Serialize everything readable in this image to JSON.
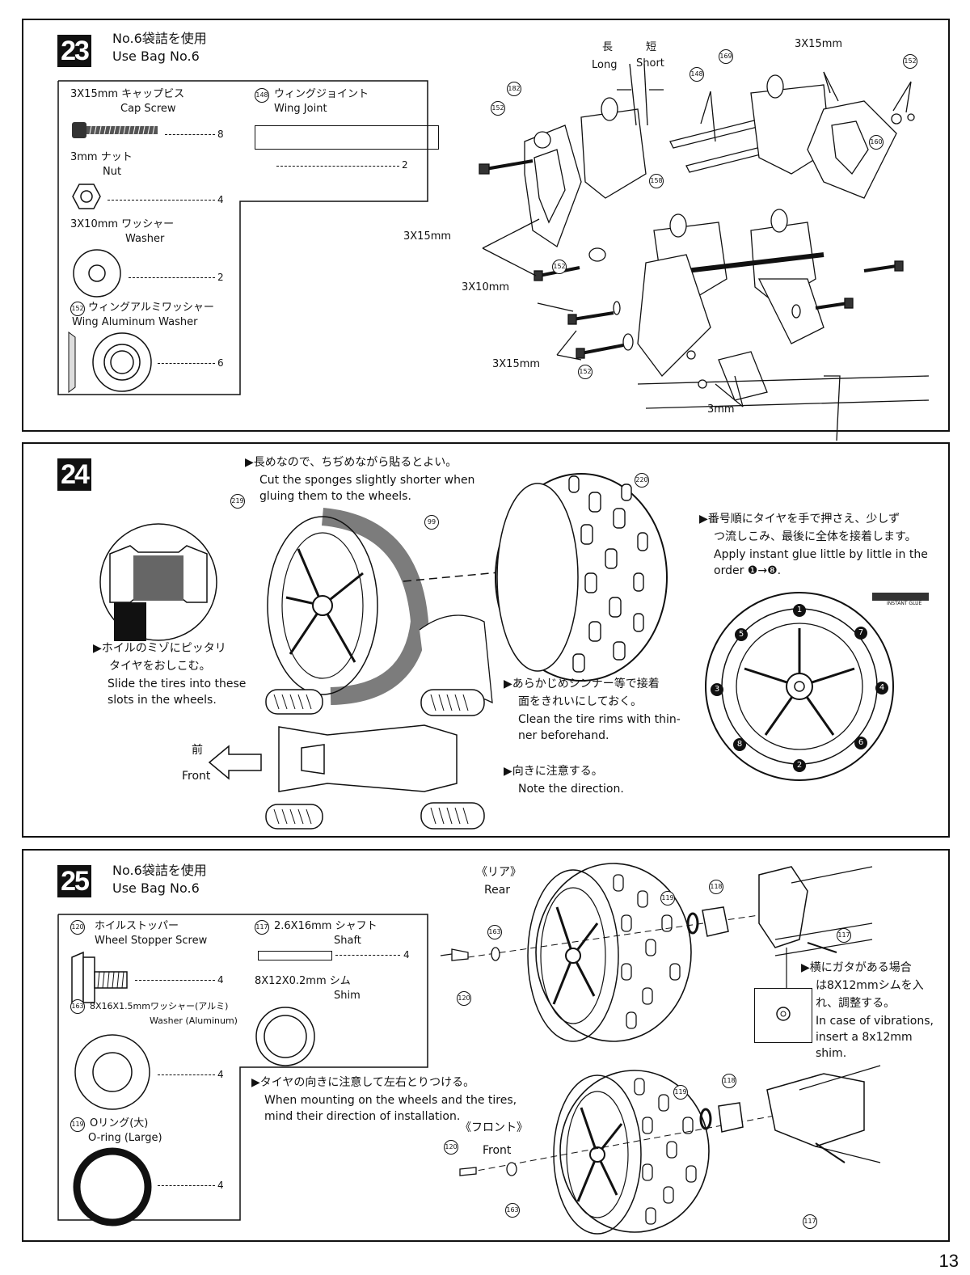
{
  "step23": {
    "number": "23",
    "header_jp": "No.6袋詰を使用",
    "header_en": "Use Bag No.6",
    "parts": [
      {
        "name_jp": "3X15mm キャップビス",
        "name_en": "Cap Screw",
        "qty": "8"
      },
      {
        "code": "148",
        "name_jp": "ウィングジョイント",
        "name_en": "Wing Joint",
        "qty": "2"
      },
      {
        "name_jp": "3mm ナット",
        "name_en": "Nut",
        "qty": "4"
      },
      {
        "name_jp": "3X10mm ワッシャー",
        "name_en": "Washer",
        "qty": "2"
      },
      {
        "code": "152",
        "name_jp": "ウィングアルミワッシャー",
        "name_en": "Wing Aluminum Washer",
        "qty": "6"
      }
    ],
    "diagram": {
      "long_jp": "長",
      "long_en": "Long",
      "short_jp": "短",
      "short_en": "Short",
      "screw_3x15": "3X15mm",
      "screw_3x10": "3X10mm",
      "nut_3mm": "3mm",
      "codes": [
        "169",
        "152",
        "148",
        "182",
        "152",
        "158",
        "160",
        "152",
        "152"
      ]
    }
  },
  "step24": {
    "number": "24",
    "note_sponge_jp": "▶長めなので、ちぢめながら貼るとよい。",
    "note_sponge_en_1": "Cut the sponges slightly shorter when",
    "note_sponge_en_2": "gluing them to the wheels.",
    "note_slide_jp_1": "▶ホイルのミゾにピッタリ",
    "note_slide_jp_2": "タイヤをおしこむ。",
    "note_slide_en_1": "Slide the tires into these",
    "note_slide_en_2": "slots in the wheels.",
    "note_clean_jp_1": "▶あらかじめシンナー等で接着",
    "note_clean_jp_2": "面をきれいにしておく。",
    "note_clean_en_1": "Clean the tire rims with thin-",
    "note_clean_en_2": "ner beforehand.",
    "note_dir_jp": "▶向きに注意する。",
    "note_dir_en": "Note the direction.",
    "note_glue_jp_1": "▶番号順にタイヤを手で押さえ、少しず",
    "note_glue_jp_2": "つ流しこみ、最後に全体を接着します。",
    "note_glue_en_1": "Apply instant glue little by little in the",
    "note_glue_en_2": "order ❶→❽.",
    "front_jp": "前",
    "front_en": "Front",
    "glue_label": "INSTANT GLUE",
    "codes": [
      "219",
      "99",
      "220"
    ],
    "order": [
      "1",
      "2",
      "3",
      "4",
      "5",
      "6",
      "7",
      "8"
    ]
  },
  "step25": {
    "number": "25",
    "header_jp": "No.6袋詰を使用",
    "header_en": "Use Bag No.6",
    "parts": [
      {
        "code": "120",
        "name_jp": "ホイルストッパー",
        "name_en": "Wheel Stopper Screw",
        "qty": "4"
      },
      {
        "code": "117",
        "name_jp": "2.6X16mm シャフト",
        "name_en": "Shaft",
        "qty": "4"
      },
      {
        "name_jp": "8X12X0.2mm シム",
        "name_en": "Shim"
      },
      {
        "code": "163",
        "name_jp": "8X16X1.5mmワッシャー(アルミ)",
        "name_en": "Washer (Aluminum)",
        "qty": "4"
      },
      {
        "code": "119",
        "name_jp": "Oリング(大)",
        "name_en": "O-ring (Large)",
        "qty": "4"
      }
    ],
    "rear_jp": "《リア》",
    "rear_en": "Rear",
    "front_jp": "《フロント》",
    "front_en": "Front",
    "note_mount_jp": "▶タイヤの向きに注意して左右とりつける。",
    "note_mount_en_1": "When mounting on the wheels and the tires,",
    "note_mount_en_2": "mind their direction of installation.",
    "note_vib_jp_1": "▶横にガタがある場合",
    "note_vib_jp_2": "は8X12mmシムを入",
    "note_vib_jp_3": "れ、調整する。",
    "note_vib_en_1": "In case of vibrations,",
    "note_vib_en_2": "insert a 8x12mm",
    "note_vib_en_3": "shim.",
    "codes": [
      "119",
      "118",
      "117",
      "163",
      "120",
      "119",
      "118",
      "120",
      "163",
      "117"
    ]
  },
  "page_number": "13"
}
